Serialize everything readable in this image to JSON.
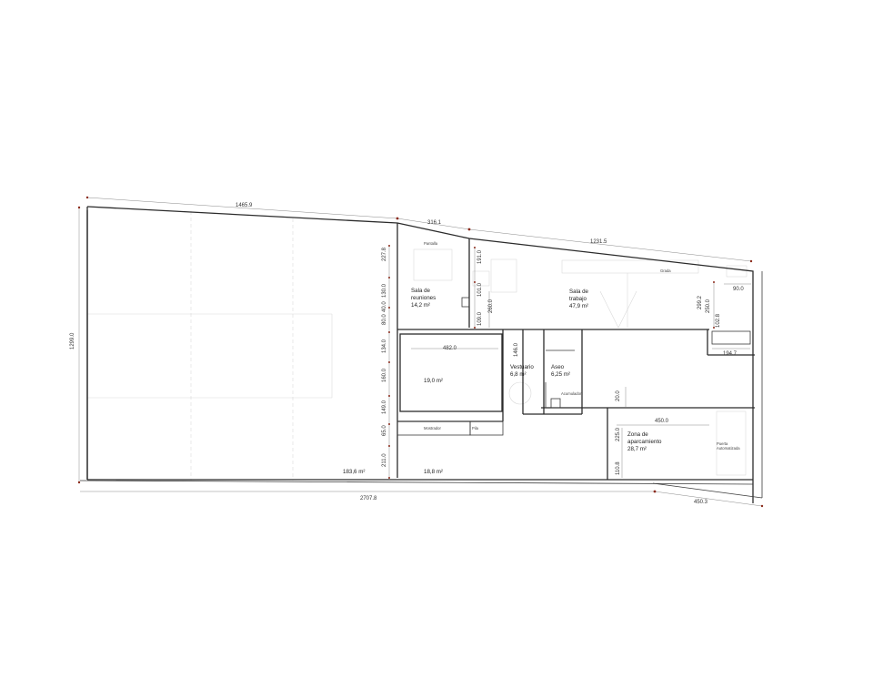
{
  "plan": {
    "rooms": {
      "sala_reuniones": {
        "name_line1": "Sala de",
        "name_line2": "reuniones",
        "area": "14,2 m²"
      },
      "sala_trabajo": {
        "name_line1": "Sala de",
        "name_line2": "trabajo",
        "area": "47,9 m²"
      },
      "central_room": {
        "area": "19,0 m²"
      },
      "vestuario": {
        "name": "Vestuario",
        "area": "6,8 m²"
      },
      "aseo": {
        "name": "Aseo",
        "area": "6,25 m²"
      },
      "parking": {
        "name_line1": "Zona de",
        "name_line2": "aparcamiento",
        "area": "28,7 m²"
      },
      "big_left_area": "183,6 m²",
      "bottom_area": "18,8 m²"
    },
    "furniture": {
      "pantalla": "Pantalla",
      "grada": "Grada",
      "mostrador": "Mostrador",
      "pila": "Pila",
      "acumulador": "Acumulador",
      "puerta_line1": "Puerta",
      "puerta_line2": "Automatizada"
    },
    "dimensions": {
      "top_left": "1465.9",
      "top_mid": "316.1",
      "top_right": "1231.5",
      "left_height": "1299.0",
      "bottom_total": "2707.8",
      "bottom_right": "450.3",
      "right_90": "90.0",
      "right_194": "194.7",
      "v_227": "227.8",
      "v_130": "130.0",
      "v_80": "80.0",
      "v_40": "40.0",
      "v_134": "134.0",
      "v_160": "160.0",
      "v_149": "149.0",
      "v_65": "65.0",
      "v_211": "211.0",
      "v_191": "191.0",
      "v_101": "101.0",
      "v_109": "109.0",
      "v_260": "260.0",
      "v_146": "146.0",
      "v_299": "299.2",
      "v_250": "250.0",
      "v_102": "102.8",
      "v_20": "20.0",
      "v_225": "225.0",
      "v_110": "110.8",
      "h_482": "482.0",
      "h_450": "450.0"
    }
  }
}
